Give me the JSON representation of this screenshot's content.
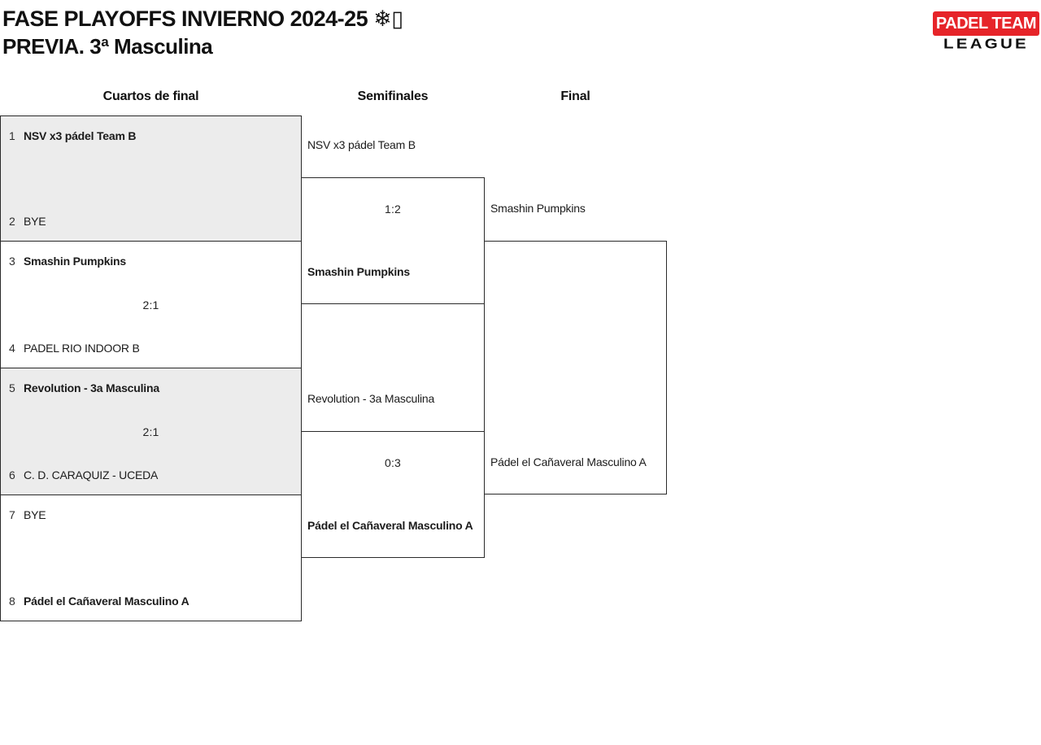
{
  "header": {
    "title_line1": "FASE PLAYOFFS INVIERNO 2024-25 ❄▯",
    "title_line2": "PREVIA. 3ª Masculina",
    "logo": {
      "top": "PADEL TEAM",
      "bottom": "LEAGUE"
    }
  },
  "colors": {
    "logo_red": "#e62429",
    "shaded_box": "#ececec",
    "border": "#2a2a2a"
  },
  "bracket": {
    "round_headers": [
      "Cuartos de final",
      "Semifinales",
      "Final"
    ],
    "quarterfinals": [
      {
        "seed_a": "1",
        "team_a": "NSV x3 pádel Team B",
        "seed_b": "2",
        "team_b": "BYE",
        "score": "",
        "winner": "a",
        "shaded": true
      },
      {
        "seed_a": "3",
        "team_a": "Smashin Pumpkins",
        "seed_b": "4",
        "team_b": "PADEL RIO INDOOR B",
        "score": "2:1",
        "winner": "a",
        "shaded": false
      },
      {
        "seed_a": "5",
        "team_a": "Revolution - 3a Masculina",
        "seed_b": "6",
        "team_b": "C. D. CARAQUIZ - UCEDA",
        "score": "2:1",
        "winner": "a",
        "shaded": true
      },
      {
        "seed_a": "7",
        "team_a": "BYE",
        "seed_b": "8",
        "team_b": "Pádel el Cañaveral Masculino A",
        "score": "",
        "winner": "b",
        "shaded": false
      }
    ],
    "semifinals": [
      {
        "team_a": "NSV x3 pádel Team B",
        "team_b": "Smashin Pumpkins",
        "score": "1:2",
        "winner": "b"
      },
      {
        "team_a": "Revolution - 3a Masculina",
        "team_b": "Pádel el Cañaveral Masculino A",
        "score": "0:3",
        "winner": "b"
      }
    ],
    "final": {
      "team_a": "Smashin Pumpkins",
      "team_b": "Pádel el Cañaveral Masculino A",
      "score": "",
      "winner": ""
    }
  }
}
